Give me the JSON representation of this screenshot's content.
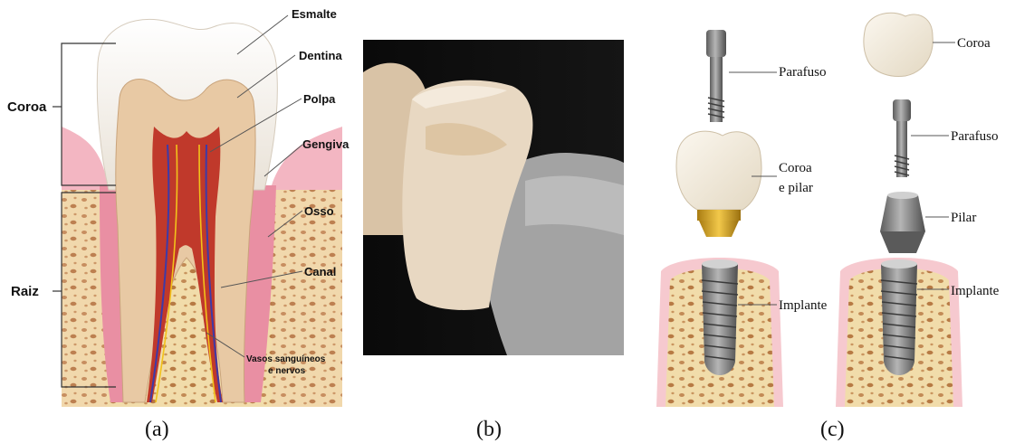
{
  "panel_a": {
    "labels": {
      "coroa": "Coroa",
      "raiz": "Raiz",
      "esmalte": "Esmalte",
      "dentina": "Dentina",
      "polpa": "Polpa",
      "gengiva": "Gengiva",
      "osso": "Osso",
      "canal": "Canal",
      "vasos_line1": "Vasos sanguíneos",
      "vasos_line2": "e nervos"
    },
    "caption": "(a)"
  },
  "panel_b": {
    "caption": "(b)"
  },
  "panel_c": {
    "left": {
      "parafuso": "Parafuso",
      "coroa_pilar_line1": "Coroa",
      "coroa_pilar_line2": "e pilar",
      "implante": "Implante"
    },
    "right": {
      "coroa": "Coroa",
      "parafuso": "Parafuso",
      "pilar": "Pilar",
      "implante": "Implante"
    },
    "caption": "(c)"
  },
  "colors": {
    "enamel": "#f4efe8",
    "dentin": "#e8c9a4",
    "pulp": "#c0392b",
    "gum": "#f3b6c2",
    "bone": "#f1dcaa",
    "bone_pores": "#b77a44",
    "metal": "#8e8e8e",
    "gold": "#d9a520"
  }
}
